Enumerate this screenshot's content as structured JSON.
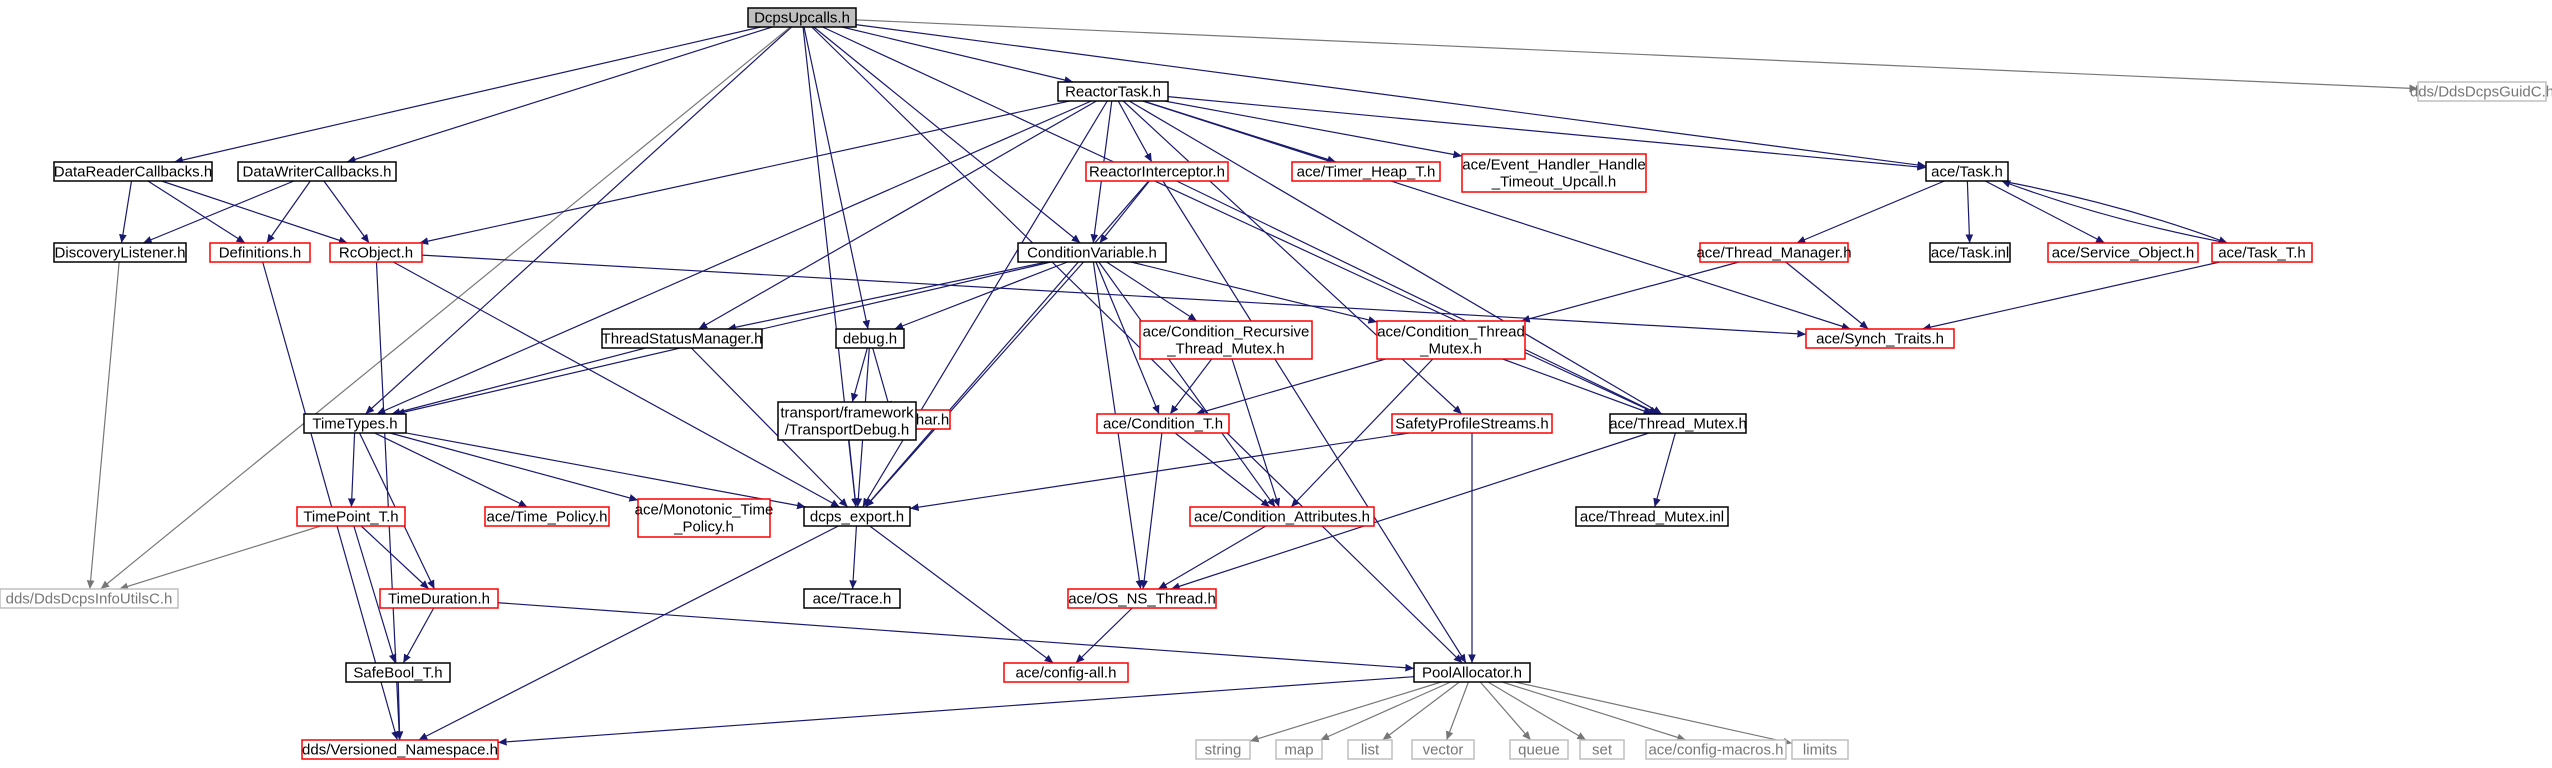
{
  "colors": {
    "edge": "#191970",
    "edge_external": "#777777",
    "border_main": "#000000",
    "border_incomplete": "#ff0000",
    "border_external": "#bfbfbf",
    "focus_fill": "#bfbfbf",
    "fill": "#ffffff",
    "text": "#000000",
    "text_external": "#777777"
  },
  "nodes": [
    {
      "id": "dcps_upcalls",
      "lines": [
        "DcpsUpcalls.h"
      ],
      "kind": "focus"
    },
    {
      "id": "reactor_task",
      "lines": [
        "ReactorTask.h"
      ],
      "kind": "normal"
    },
    {
      "id": "guid_c",
      "lines": [
        "dds/DdsDcpsGuidC.h"
      ],
      "kind": "external"
    },
    {
      "id": "data_reader_callbacks",
      "lines": [
        "DataReaderCallbacks.h"
      ],
      "kind": "normal"
    },
    {
      "id": "data_writer_callbacks",
      "lines": [
        "DataWriterCallbacks.h"
      ],
      "kind": "normal"
    },
    {
      "id": "reactor_interceptor",
      "lines": [
        "ReactorInterceptor.h"
      ],
      "kind": "incomplete"
    },
    {
      "id": "timer_heap",
      "lines": [
        "ace/Timer_Heap_T.h"
      ],
      "kind": "incomplete"
    },
    {
      "id": "event_handler",
      "lines": [
        "ace/Event_Handler_Handle",
        "_Timeout_Upcall.h"
      ],
      "kind": "incomplete"
    },
    {
      "id": "ace_task",
      "lines": [
        "ace/Task.h"
      ],
      "kind": "normal"
    },
    {
      "id": "discovery_listener",
      "lines": [
        "DiscoveryListener.h"
      ],
      "kind": "normal"
    },
    {
      "id": "definitions",
      "lines": [
        "Definitions.h"
      ],
      "kind": "incomplete"
    },
    {
      "id": "rc_object",
      "lines": [
        "RcObject.h"
      ],
      "kind": "incomplete"
    },
    {
      "id": "condition_variable",
      "lines": [
        "ConditionVariable.h"
      ],
      "kind": "normal"
    },
    {
      "id": "thread_manager",
      "lines": [
        "ace/Thread_Manager.h"
      ],
      "kind": "incomplete"
    },
    {
      "id": "task_inl",
      "lines": [
        "ace/Task.inl"
      ],
      "kind": "normal"
    },
    {
      "id": "service_object",
      "lines": [
        "ace/Service_Object.h"
      ],
      "kind": "incomplete"
    },
    {
      "id": "task_t",
      "lines": [
        "ace/Task_T.h"
      ],
      "kind": "incomplete"
    },
    {
      "id": "thread_status_manager",
      "lines": [
        "ThreadStatusManager.h"
      ],
      "kind": "normal"
    },
    {
      "id": "debug",
      "lines": [
        "debug.h"
      ],
      "kind": "normal"
    },
    {
      "id": "cond_recursive",
      "lines": [
        "ace/Condition_Recursive",
        "_Thread_Mutex.h"
      ],
      "kind": "incomplete"
    },
    {
      "id": "cond_thread_mutex",
      "lines": [
        "ace/Condition_Thread",
        "_Mutex.h"
      ],
      "kind": "incomplete"
    },
    {
      "id": "synch_traits",
      "lines": [
        "ace/Synch_Traits.h"
      ],
      "kind": "incomplete"
    },
    {
      "id": "time_types",
      "lines": [
        "TimeTypes.h"
      ],
      "kind": "normal"
    },
    {
      "id": "ace_wchar",
      "lines": [
        "ace/ace_wchar.h"
      ],
      "kind": "incomplete"
    },
    {
      "id": "transport_debug",
      "lines": [
        "transport/framework",
        "/TransportDebug.h"
      ],
      "kind": "normal"
    },
    {
      "id": "condition_t",
      "lines": [
        "ace/Condition_T.h"
      ],
      "kind": "incomplete"
    },
    {
      "id": "safety_profile",
      "lines": [
        "SafetyProfileStreams.h"
      ],
      "kind": "incomplete"
    },
    {
      "id": "thread_mutex",
      "lines": [
        "ace/Thread_Mutex.h"
      ],
      "kind": "normal"
    },
    {
      "id": "time_point",
      "lines": [
        "TimePoint_T.h"
      ],
      "kind": "incomplete"
    },
    {
      "id": "time_policy",
      "lines": [
        "ace/Time_Policy.h"
      ],
      "kind": "incomplete"
    },
    {
      "id": "monotonic",
      "lines": [
        "ace/Monotonic_Time",
        "_Policy.h"
      ],
      "kind": "incomplete"
    },
    {
      "id": "dcps_export",
      "lines": [
        "dcps_export.h"
      ],
      "kind": "normal"
    },
    {
      "id": "cond_attributes",
      "lines": [
        "ace/Condition_Attributes.h"
      ],
      "kind": "incomplete"
    },
    {
      "id": "thread_mutex_inl",
      "lines": [
        "ace/Thread_Mutex.inl"
      ],
      "kind": "normal"
    },
    {
      "id": "info_utils",
      "lines": [
        "dds/DdsDcpsInfoUtilsC.h"
      ],
      "kind": "external"
    },
    {
      "id": "time_duration",
      "lines": [
        "TimeDuration.h"
      ],
      "kind": "incomplete"
    },
    {
      "id": "ace_trace",
      "lines": [
        "ace/Trace.h"
      ],
      "kind": "normal"
    },
    {
      "id": "os_ns_thread",
      "lines": [
        "ace/OS_NS_Thread.h"
      ],
      "kind": "incomplete"
    },
    {
      "id": "safe_bool",
      "lines": [
        "SafeBool_T.h"
      ],
      "kind": "normal"
    },
    {
      "id": "config_all",
      "lines": [
        "ace/config-all.h"
      ],
      "kind": "incomplete"
    },
    {
      "id": "pool_allocator",
      "lines": [
        "PoolAllocator.h"
      ],
      "kind": "normal"
    },
    {
      "id": "versioned_namespace",
      "lines": [
        "dds/Versioned_Namespace.h"
      ],
      "kind": "incomplete"
    },
    {
      "id": "string",
      "lines": [
        "string"
      ],
      "kind": "external"
    },
    {
      "id": "map",
      "lines": [
        "map"
      ],
      "kind": "external"
    },
    {
      "id": "list",
      "lines": [
        "list"
      ],
      "kind": "external"
    },
    {
      "id": "vector",
      "lines": [
        "vector"
      ],
      "kind": "external"
    },
    {
      "id": "queue",
      "lines": [
        "queue"
      ],
      "kind": "external"
    },
    {
      "id": "set",
      "lines": [
        "set"
      ],
      "kind": "external"
    },
    {
      "id": "config_macros",
      "lines": [
        "ace/config-macros.h"
      ],
      "kind": "external"
    },
    {
      "id": "limits",
      "lines": [
        "limits"
      ],
      "kind": "external"
    }
  ],
  "edges": [
    [
      "dcps_upcalls",
      "reactor_task"
    ],
    [
      "dcps_upcalls",
      "guid_c"
    ],
    [
      "dcps_upcalls",
      "data_reader_callbacks"
    ],
    [
      "dcps_upcalls",
      "data_writer_callbacks"
    ],
    [
      "dcps_upcalls",
      "ace_task"
    ],
    [
      "dcps_upcalls",
      "condition_variable"
    ],
    [
      "dcps_upcalls",
      "debug"
    ],
    [
      "dcps_upcalls",
      "time_types"
    ],
    [
      "dcps_upcalls",
      "dcps_export"
    ],
    [
      "dcps_upcalls",
      "thread_mutex"
    ],
    [
      "dcps_upcalls",
      "pool_allocator"
    ],
    [
      "dcps_upcalls",
      "info_utils"
    ],
    [
      "reactor_task",
      "reactor_interceptor"
    ],
    [
      "reactor_task",
      "timer_heap"
    ],
    [
      "reactor_task",
      "event_handler"
    ],
    [
      "reactor_task",
      "ace_task"
    ],
    [
      "reactor_task",
      "rc_object"
    ],
    [
      "reactor_task",
      "condition_variable"
    ],
    [
      "reactor_task",
      "thread_status_manager"
    ],
    [
      "reactor_task",
      "time_types"
    ],
    [
      "reactor_task",
      "synch_traits"
    ],
    [
      "reactor_task",
      "safety_profile"
    ],
    [
      "reactor_task",
      "dcps_export"
    ],
    [
      "reactor_task",
      "thread_mutex"
    ],
    [
      "data_reader_callbacks",
      "discovery_listener"
    ],
    [
      "data_reader_callbacks",
      "definitions"
    ],
    [
      "data_reader_callbacks",
      "rc_object"
    ],
    [
      "data_writer_callbacks",
      "discovery_listener"
    ],
    [
      "data_writer_callbacks",
      "definitions"
    ],
    [
      "data_writer_callbacks",
      "rc_object"
    ],
    [
      "reactor_interceptor",
      "condition_variable"
    ],
    [
      "reactor_interceptor",
      "dcps_export"
    ],
    [
      "reactor_interceptor",
      "thread_mutex"
    ],
    [
      "reactor_interceptor",
      "pool_allocator"
    ],
    [
      "ace_task",
      "thread_manager"
    ],
    [
      "ace_task",
      "task_inl"
    ],
    [
      "ace_task",
      "service_object"
    ],
    [
      "ace_task",
      "task_t"
    ],
    [
      "task_t",
      "ace_task"
    ],
    [
      "task_t",
      "synch_traits"
    ],
    [
      "thread_manager",
      "synch_traits"
    ],
    [
      "thread_manager",
      "cond_thread_mutex"
    ],
    [
      "discovery_listener",
      "info_utils"
    ],
    [
      "definitions",
      "versioned_namespace"
    ],
    [
      "rc_object",
      "synch_traits"
    ],
    [
      "rc_object",
      "dcps_export"
    ],
    [
      "rc_object",
      "versioned_namespace"
    ],
    [
      "condition_variable",
      "thread_status_manager"
    ],
    [
      "condition_variable",
      "debug"
    ],
    [
      "condition_variable",
      "cond_recursive"
    ],
    [
      "condition_variable",
      "cond_thread_mutex"
    ],
    [
      "condition_variable",
      "condition_t"
    ],
    [
      "condition_variable",
      "cond_attributes"
    ],
    [
      "condition_variable",
      "os_ns_thread"
    ],
    [
      "condition_variable",
      "time_types"
    ],
    [
      "condition_variable",
      "dcps_export"
    ],
    [
      "thread_status_manager",
      "time_types"
    ],
    [
      "thread_status_manager",
      "dcps_export"
    ],
    [
      "debug",
      "ace_wchar"
    ],
    [
      "debug",
      "transport_debug"
    ],
    [
      "debug",
      "dcps_export"
    ],
    [
      "transport_debug",
      "dcps_export"
    ],
    [
      "cond_recursive",
      "condition_t"
    ],
    [
      "cond_recursive",
      "cond_attributes"
    ],
    [
      "cond_thread_mutex",
      "condition_t"
    ],
    [
      "cond_thread_mutex",
      "thread_mutex"
    ],
    [
      "cond_thread_mutex",
      "cond_attributes"
    ],
    [
      "condition_t",
      "cond_attributes"
    ],
    [
      "condition_t",
      "os_ns_thread"
    ],
    [
      "cond_attributes",
      "os_ns_thread"
    ],
    [
      "safety_profile",
      "dcps_export"
    ],
    [
      "safety_profile",
      "pool_allocator"
    ],
    [
      "thread_mutex",
      "thread_mutex_inl"
    ],
    [
      "thread_mutex",
      "os_ns_thread"
    ],
    [
      "time_types",
      "time_point"
    ],
    [
      "time_types",
      "time_policy"
    ],
    [
      "time_types",
      "monotonic"
    ],
    [
      "time_types",
      "dcps_export"
    ],
    [
      "time_types",
      "time_duration"
    ],
    [
      "time_point",
      "info_utils"
    ],
    [
      "time_point",
      "time_duration"
    ],
    [
      "time_point",
      "safe_bool"
    ],
    [
      "time_duration",
      "safe_bool"
    ],
    [
      "time_duration",
      "pool_allocator"
    ],
    [
      "safe_bool",
      "versioned_namespace"
    ],
    [
      "dcps_export",
      "ace_trace"
    ],
    [
      "dcps_export",
      "config_all"
    ],
    [
      "dcps_export",
      "versioned_namespace"
    ],
    [
      "os_ns_thread",
      "config_all"
    ],
    [
      "pool_allocator",
      "versioned_namespace"
    ],
    [
      "pool_allocator",
      "string"
    ],
    [
      "pool_allocator",
      "map"
    ],
    [
      "pool_allocator",
      "list"
    ],
    [
      "pool_allocator",
      "vector"
    ],
    [
      "pool_allocator",
      "queue"
    ],
    [
      "pool_allocator",
      "set"
    ],
    [
      "pool_allocator",
      "config_macros"
    ],
    [
      "pool_allocator",
      "limits"
    ]
  ]
}
